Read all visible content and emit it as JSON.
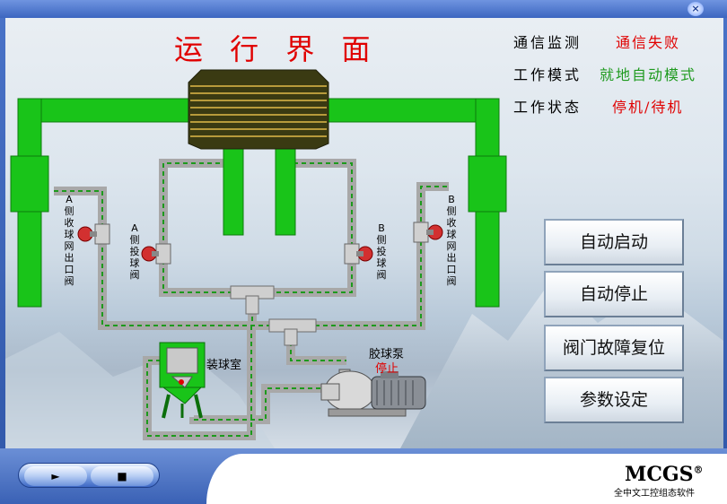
{
  "window": {
    "close_icon": "×"
  },
  "title": "运 行 界 面",
  "status": [
    {
      "label": "通信监测",
      "value": "通信失败",
      "color": "#e00000"
    },
    {
      "label": "工作模式",
      "value": "就地自动模式",
      "color": "#1e9a1e"
    },
    {
      "label": "工作状态",
      "value": "停机/待机",
      "color": "#e00000"
    }
  ],
  "valves": {
    "a_outlet": "A侧收球网出口阀",
    "a_bypass": "A侧投球阀",
    "b_bypass": "B侧投球阀",
    "b_outlet": "B侧收球网出口阀"
  },
  "equipment": {
    "ball_chamber": "装球室",
    "pump_name": "胶球泵",
    "pump_state": "停止",
    "pump_state_color": "#e00000"
  },
  "buttons": [
    "自动启动",
    "自动停止",
    "阀门故障复位",
    "参数设定"
  ],
  "player": {
    "play_icon": "►",
    "stop_icon": "■"
  },
  "brand": {
    "name": "MCGS",
    "mark": "®",
    "sub": "全中文工控组态软件"
  },
  "colors": {
    "pipe_green": "#19c419",
    "dash_green": "#0f8a0f",
    "alarm_red": "#e00000"
  }
}
